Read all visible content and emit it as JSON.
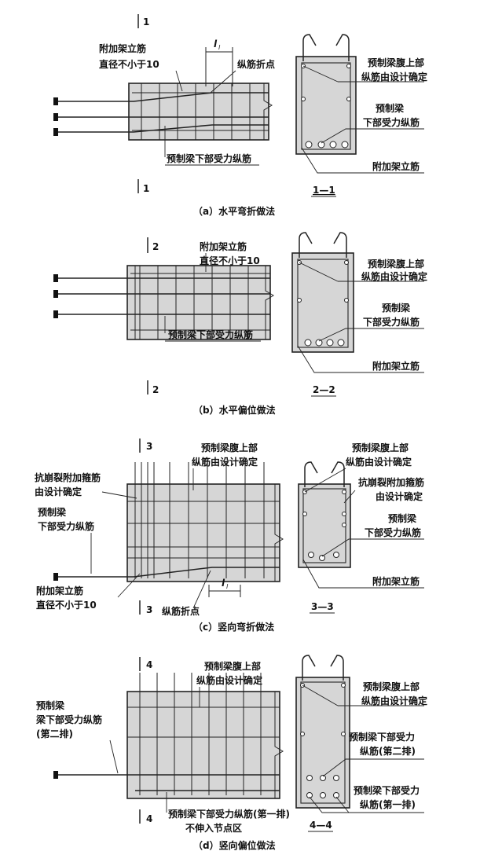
{
  "diagrams": [
    {
      "section_mark": "1",
      "section_label": "1—1",
      "caption": "（a）水平弯折做法",
      "plan_labels": {
        "a": "附加架立筋",
        "b": "直径不小于10",
        "c": "纵筋折点",
        "d": "预制梁下部受力纵筋",
        "dim": "l",
        "dim_sub": "l"
      },
      "section_labels": {
        "a1": "预制梁腹上部",
        "a2": "纵筋由设计确定",
        "b1": "预制梁",
        "b2": "下部受力纵筋",
        "c": "附加架立筋"
      }
    },
    {
      "section_mark": "2",
      "section_label": "2—2",
      "caption": "（b）水平偏位做法",
      "plan_labels": {
        "a": "附加架立筋",
        "b": "直径不小于10",
        "d": "预制梁下部受力纵筋"
      },
      "section_labels": {
        "a1": "预制梁腹上部",
        "a2": "纵筋由设计确定",
        "b1": "预制梁",
        "b2": "下部受力纵筋",
        "c": "附加架立筋"
      }
    },
    {
      "section_mark": "3",
      "section_label": "3—3",
      "caption": "（c）竖向弯折做法",
      "plan_labels": {
        "t1": "预制梁腹上部",
        "t2": "纵筋由设计确定",
        "k1": "抗崩裂附加箍筋",
        "k2": "由设计确定",
        "p1": "预制梁",
        "p2": "下部受力纵筋",
        "f1": "附加架立筋",
        "f2": "直径不小于10",
        "z": "纵筋折点",
        "dim": "l",
        "dim_sub": "l"
      },
      "section_labels": {
        "a1": "预制梁腹上部",
        "a2": "纵筋由设计确定",
        "k1": "抗崩裂附加箍筋",
        "k2": "由设计确定",
        "b1": "预制梁",
        "b2": "下部受力纵筋",
        "c": "附加架立筋"
      }
    },
    {
      "section_mark": "4",
      "section_label": "4—4",
      "caption": "（d）竖向偏位做法",
      "plan_labels": {
        "t1": "预制梁腹上部",
        "t2": "纵筋由设计确定",
        "p1": "预制梁",
        "p2": "梁下部受力纵筋",
        "p3": "(第二排)",
        "q1": "预制梁下部受力纵筋(第一排)",
        "q2": "不伸入节点区"
      },
      "section_labels": {
        "a1": "预制梁腹上部",
        "a2": "纵筋由设计确定",
        "b1": "预制梁下部受力",
        "b2": "纵筋(第二排)",
        "c1": "预制梁下部受力",
        "c2": "纵筋(第一排)"
      }
    }
  ]
}
